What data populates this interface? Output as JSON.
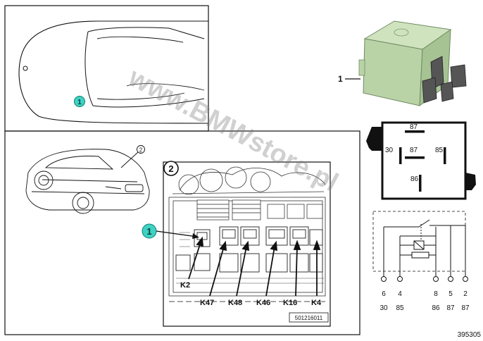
{
  "callouts": {
    "topview": "1",
    "carview": "2",
    "fusebox_tag": "2",
    "fusebox_pointer": "1",
    "relay": "1"
  },
  "fusebox": {
    "labels": [
      "K2",
      "K47",
      "K48",
      "K46",
      "K16",
      "K4"
    ],
    "part_code": "501216011"
  },
  "relay_face": {
    "pins": [
      "87",
      "30",
      "87",
      "85",
      "86"
    ]
  },
  "schematic": {
    "pin_numbers": [
      "6",
      "4",
      "8",
      "5",
      "2"
    ],
    "terminal_codes": [
      "30",
      "85",
      "86",
      "87",
      "87"
    ]
  },
  "watermark": "www.BMWstore.pl",
  "figure_id": "395305",
  "colors": {
    "badge": "#3fd2c2",
    "relay_body": "#b9d3a7",
    "line": "#111111"
  }
}
